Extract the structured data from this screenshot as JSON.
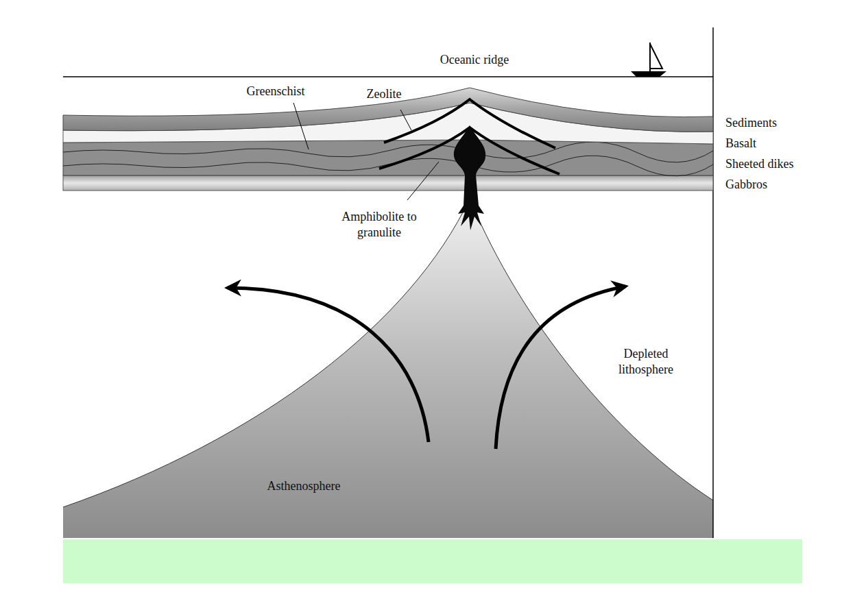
{
  "diagram": {
    "labels": [
      "Oceanic ridge",
      "Greenschist",
      "Zeolite",
      "Sediments",
      "Basalt",
      "Sheeted dikes",
      "Gabbros",
      "Amphibolite to granulite",
      "Depleted lithosphere",
      "Asthenosphere"
    ]
  }
}
